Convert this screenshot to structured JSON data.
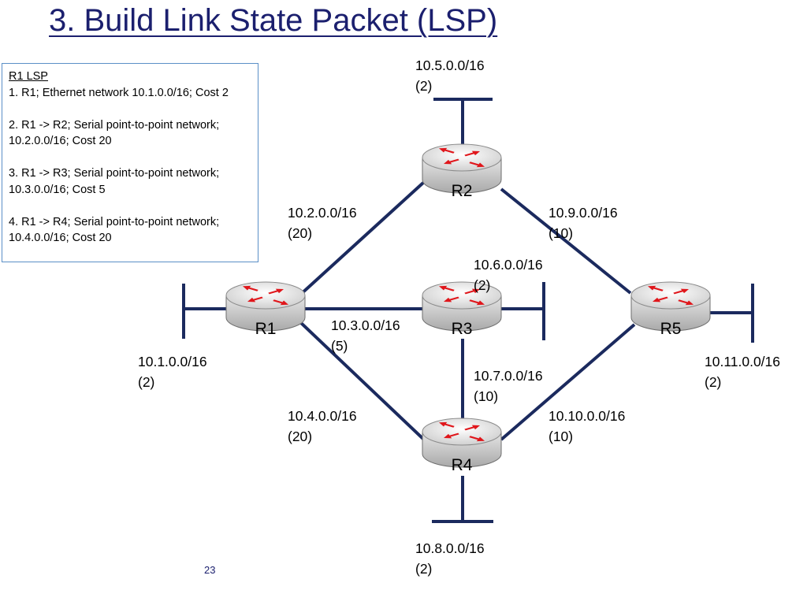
{
  "title": "3. Build Link State Packet (LSP)",
  "lsp_box": {
    "heading": "R1 LSP",
    "items": [
      "1. R1; Ethernet network 10.1.0.0/16; Cost 2",
      "2. R1 -> R2; Serial point-to-point network; 10.2.0.0/16; Cost 20",
      "3. R1 -> R3; Serial point-to-point network; 10.3.0.0/16; Cost 5",
      "4. R1 -> R4; Serial point-to-point network; 10.4.0.0/16; Cost 20"
    ]
  },
  "routers": [
    {
      "id": "r1",
      "name": "R1"
    },
    {
      "id": "r2",
      "name": "R2"
    },
    {
      "id": "r3",
      "name": "R3"
    },
    {
      "id": "r4",
      "name": "R4"
    },
    {
      "id": "r5",
      "name": "R5"
    }
  ],
  "networks": {
    "n1": {
      "network": "10.1.0.0/16",
      "cost": "(2)"
    },
    "n2": {
      "network": "10.2.0.0/16",
      "cost": "(20)"
    },
    "n3": {
      "network": "10.3.0.0/16",
      "cost": "(5)"
    },
    "n4": {
      "network": "10.4.0.0/16",
      "cost": "(20)"
    },
    "n5": {
      "network": "10.5.0.0/16",
      "cost": "(2)"
    },
    "n6": {
      "network": "10.6.0.0/16",
      "cost": "(2)"
    },
    "n7": {
      "network": "10.7.0.0/16",
      "cost": "(10)"
    },
    "n8": {
      "network": "10.8.0.0/16",
      "cost": "(2)"
    },
    "n9": {
      "network": "10.9.0.0/16",
      "cost": "(10)"
    },
    "n10": {
      "network": "10.10.0.0/16",
      "cost": "(10)"
    },
    "n11": {
      "network": "10.11.0.0/16",
      "cost": "(2)"
    }
  },
  "page_number": "23",
  "colors": {
    "title": "#1b1f6e",
    "link": "#1b2a5e",
    "router_arrow": "#e0161b",
    "box_border": "#5b8fc7"
  }
}
